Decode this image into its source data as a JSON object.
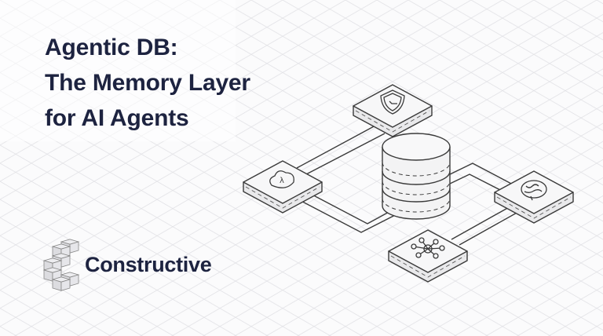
{
  "headline": {
    "lines": [
      "Agentic DB:",
      "The Memory Layer",
      "for AI Agents"
    ]
  },
  "brand": {
    "name": "Constructive"
  },
  "diagram": {
    "center": {
      "icon": "database-icon"
    },
    "nodes": [
      {
        "id": "security",
        "icon": "shield-check-icon"
      },
      {
        "id": "cloud",
        "icon": "cloud-lambda-icon"
      },
      {
        "id": "brain",
        "icon": "brain-icon"
      },
      {
        "id": "network",
        "icon": "network-hub-icon"
      }
    ]
  },
  "colors": {
    "text": "#1d2340",
    "stroke": "#3a3a3a",
    "grid": "#e4e4e8",
    "tile": "#f6f6f7"
  }
}
